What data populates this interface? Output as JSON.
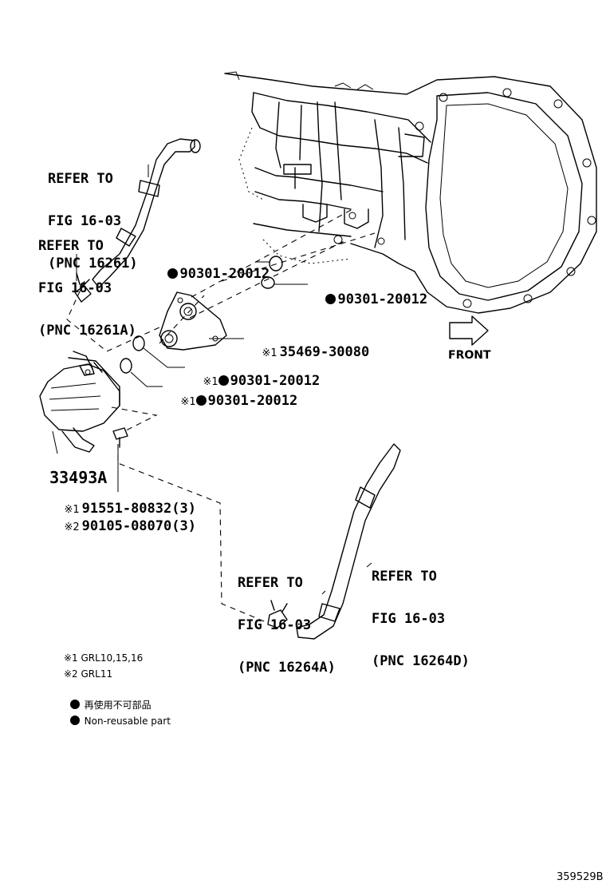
{
  "references": {
    "r16261": [
      "REFER TO",
      "FIG 16-03",
      "(PNC 16261)"
    ],
    "r16261a": [
      "REFER TO",
      "FIG 16-03",
      "(PNC 16261A)"
    ],
    "r16264a": [
      "REFER TO",
      "FIG 16-03",
      "(PNC 16264A)"
    ],
    "r16264d": [
      "REFER TO",
      "FIG 16-03",
      "(PNC 16264D)"
    ]
  },
  "parts": {
    "gasket_upper": "90301-20012",
    "gasket_lower": "90301-20012",
    "adapter": "35469-30080",
    "gasket_adapter_1": "90301-20012",
    "gasket_adapter_2": "90301-20012",
    "cooler": "33493A",
    "bolt_1": "91551-80832(3)",
    "bolt_2": "90105-08070(3)"
  },
  "marks": {
    "note1": "※1",
    "note2": "※2",
    "nonreusable": "●"
  },
  "front_label": "FRONT",
  "legend": {
    "note1": "※1 GRL10,15,16",
    "note2": "※2 GRL11",
    "jp": "再使用不可部品",
    "en": "Non-reusable part"
  },
  "figure_id": "359529B"
}
